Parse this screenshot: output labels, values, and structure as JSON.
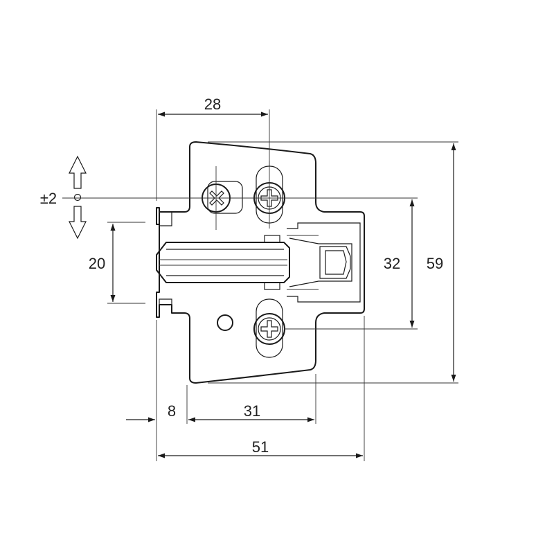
{
  "dimensions": {
    "top_width": "28",
    "adjust_range": "±2",
    "slot_height": "20",
    "screw_spacing": "32",
    "plate_height": "59",
    "offset_left": "8",
    "hole_span": "31",
    "overall_width": "51"
  },
  "colors": {
    "line": "#1a1a1a",
    "background": "#ffffff"
  }
}
